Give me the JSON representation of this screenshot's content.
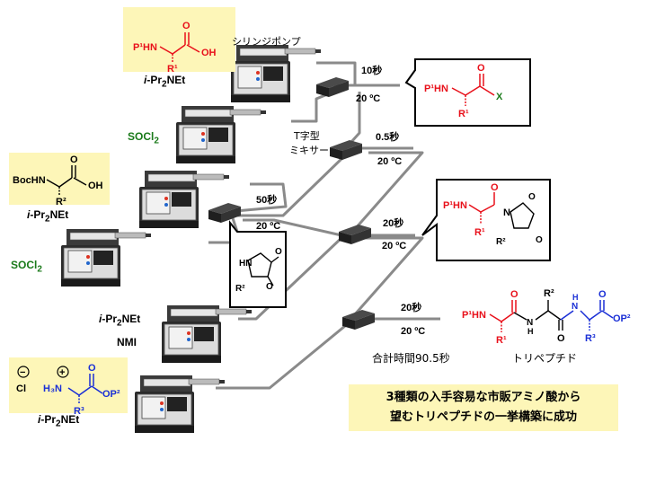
{
  "pump_label": "シリンジポンプ",
  "mixer_label_line1": "T字型",
  "mixer_label_line2": "ミキサー",
  "total_time": "合計時間90.5秒",
  "product_label": "トリペプチド",
  "summary": {
    "line1": "3種類の入手容易な市販アミノ酸から",
    "line2": "望むトリペプチドの一挙構築に成功"
  },
  "reagents": {
    "base1_prefix": "i",
    "base1_rest": "-Pr",
    "base1_sub": "2",
    "base1_tail": "NEt",
    "socl2_a": "SOCl",
    "socl2_sub": "2",
    "boc": "BocHN",
    "nmi": "NMI"
  },
  "conditions": {
    "t1": "10秒",
    "temp1": "20 ºC",
    "t2": "0.5秒",
    "temp2": "20 ºC",
    "t3": "50秒",
    "temp3": "20 ºC",
    "t4": "20秒",
    "temp4": "20 ºC",
    "t5": "20秒",
    "temp5": "20 ºC"
  },
  "atoms": {
    "p1hn": "P¹HN",
    "oh": "OH",
    "r1": "R¹",
    "r2": "R²",
    "r3": "R³",
    "o": "O",
    "x": "X",
    "n": "N",
    "hn": "HN",
    "h": "H",
    "op2": "OP²",
    "cl": "Cl",
    "h3n": "H₃N",
    "minus": "−",
    "plus": "+"
  },
  "colors": {
    "red": "#e8101a",
    "blue": "#1a2fd6",
    "green": "#1a7a1a",
    "highlight": "#fdf6b8",
    "tube": "#8a8a8a"
  }
}
